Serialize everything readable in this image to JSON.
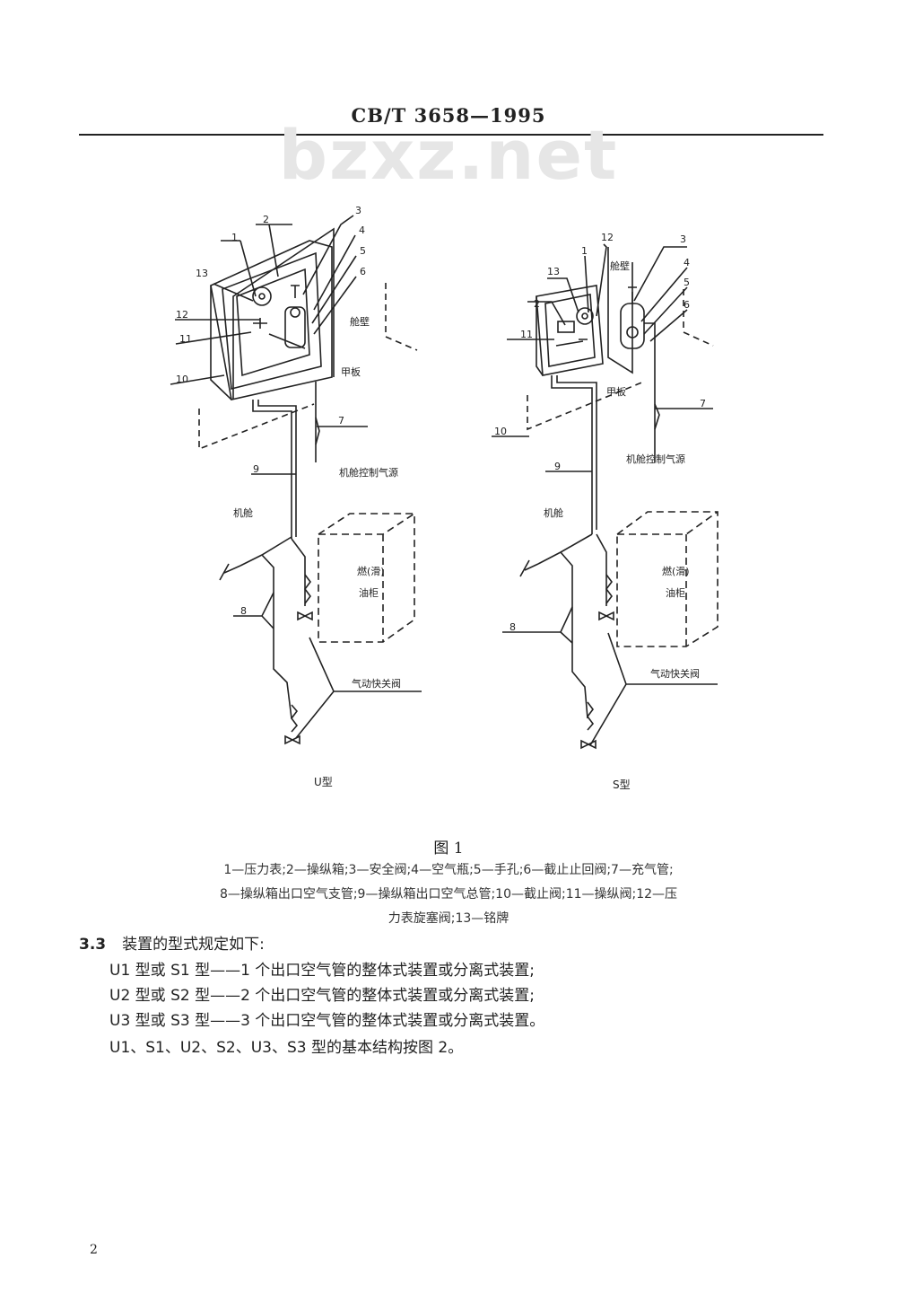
{
  "header": {
    "title": "CB/T 3658—1995"
  },
  "watermark": "bzxz.net",
  "figure": {
    "left_panel": {
      "caption": "U型",
      "callouts": [
        "1",
        "2",
        "3",
        "4",
        "5",
        "6",
        "7",
        "8",
        "9",
        "10",
        "11",
        "12",
        "13"
      ],
      "labels": {
        "bulkhead": "舱壁",
        "deck": "甲板",
        "air_source": "机舱控制气源",
        "engine_room": "机舱",
        "tank_line1": "燃(滑)",
        "tank_line2": "油柜",
        "valve": "气动快关阀"
      }
    },
    "right_panel": {
      "caption": "S型",
      "callouts": [
        "1",
        "2",
        "3",
        "4",
        "5",
        "6",
        "7",
        "8",
        "9",
        "10",
        "11",
        "12",
        "13"
      ],
      "labels": {
        "bulkhead": "舱壁",
        "deck": "甲板",
        "air_source": "机舱控制气源",
        "engine_room": "机舱",
        "tank_line1": "燃(滑)",
        "tank_line2": "油柜",
        "valve": "气动快关阀"
      }
    },
    "title": "图 1",
    "legend": [
      "1—压力表;2—操纵箱;3—安全阀;4—空气瓶;5—手孔;6—截止止回阀;7—充气管;",
      "8—操纵箱出口空气支管;9—操纵箱出口空气总管;10—截止阀;11—操纵阀;12—压",
      "力表旋塞阀;13—铭牌"
    ]
  },
  "section": {
    "number": "3.3",
    "heading": "装置的型式规定如下:",
    "lines": [
      "U1 型或 S1 型——1 个出口空气管的整体式装置或分离式装置;",
      "U2 型或 S2 型——2 个出口空气管的整体式装置或分离式装置;",
      "U3 型或 S3 型——3 个出口空气管的整体式装置或分离式装置。",
      "U1、S1、U2、S2、U3、S3 型的基本结构按图 2。"
    ]
  },
  "page_number": "2"
}
